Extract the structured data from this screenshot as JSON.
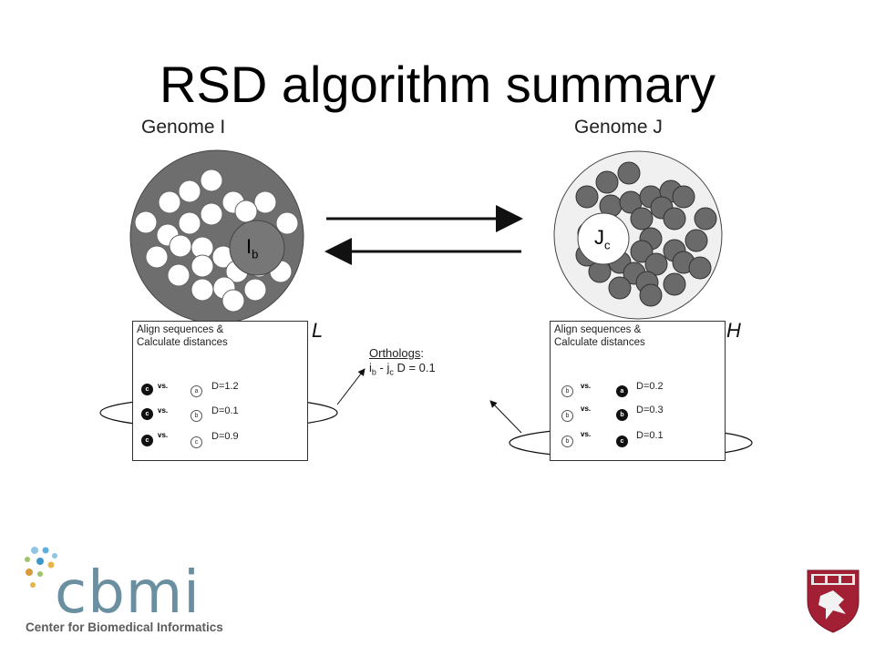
{
  "title": "RSD algorithm summary",
  "genome_i": {
    "label": "Genome I",
    "center_label": "I",
    "center_sub": "b"
  },
  "genome_j": {
    "label": "Genome J",
    "center_label": "J",
    "center_sub": "c"
  },
  "left_box": {
    "title_line1": "Align sequences &",
    "title_line2": "Calculate distances",
    "corner_letter": "L",
    "rows": [
      {
        "left": "c",
        "vs": "vs.",
        "right": "a",
        "distance": "D=1.2"
      },
      {
        "left": "c",
        "vs": "vs.",
        "right": "b",
        "distance": "D=0.1"
      },
      {
        "left": "c",
        "vs": "vs.",
        "right": "c",
        "distance": "D=0.9"
      }
    ]
  },
  "right_box": {
    "title_line1": "Align sequences &",
    "title_line2": "Calculate distances",
    "corner_letter": "H",
    "rows": [
      {
        "left": "b",
        "vs": "vs.",
        "right": "a",
        "distance": "D=0.2"
      },
      {
        "left": "b",
        "vs": "vs.",
        "right": "b",
        "distance": "D=0.3"
      },
      {
        "left": "b",
        "vs": "vs.",
        "right": "c",
        "distance": "D=0.1"
      }
    ]
  },
  "orthologs": {
    "label": "Orthologs",
    "colon": ":",
    "i": "i",
    "i_sub": "b",
    "dash": " - j",
    "j_sub": "c",
    "tail": " D = 0.1"
  },
  "logo": {
    "text": "cbmi",
    "subtitle": "Center for Biomedical Informatics"
  },
  "colors": {
    "genome_i_fill": "#6e6e6e",
    "genome_j_fill": "#f0f0f0",
    "dark_circle": "#6a6a6a",
    "logo_text": "#6a8fa0",
    "shield": "#a31f34"
  },
  "icons": {
    "logo_dots": "cbmi-dots-icon",
    "shield": "harvard-shield-icon"
  }
}
